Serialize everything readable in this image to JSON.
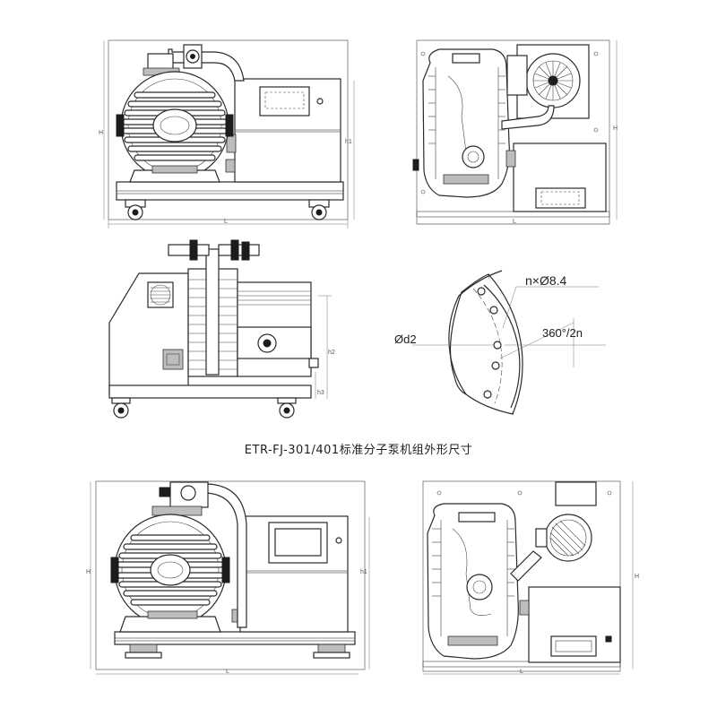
{
  "caption": "ETR-FJ-301/401标准分子泵机组外形尺寸",
  "dimension_labels": {
    "length": "L",
    "height": "H",
    "height_h1": "h1",
    "height_h2": "h2",
    "height_h3": "h3"
  },
  "flange_detail": {
    "holes": "n×Ø8.4",
    "angle": "360°/2n",
    "pitch_diameter": "Ød2"
  }
}
